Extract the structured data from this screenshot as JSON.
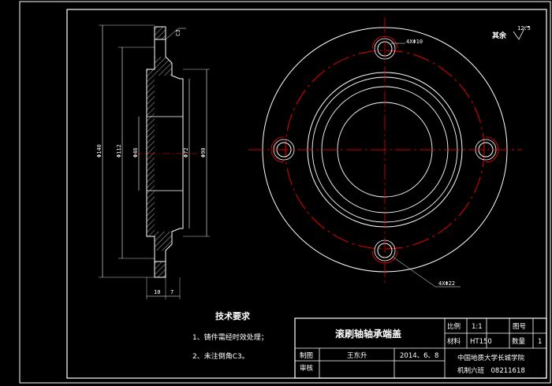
{
  "part_name": "滚刷轴轴承端盖",
  "surface_note": {
    "label": "其余",
    "roughness": "12.5"
  },
  "dimensions": {
    "chamfer": "C3",
    "left_dia_outer": "Φ140",
    "left_dia_112": "Φ112",
    "left_dia_46": "Φ46",
    "right_dia_72": "Φ72",
    "right_dia_90": "Φ90",
    "width_10": "10",
    "width_7": "7",
    "hole_top": "4XΦ10",
    "hole_bottom": "4XΦ22"
  },
  "tech_requirements": {
    "title": "技术要求",
    "items": [
      "1、铸件需经时效处理；",
      "2、未注倒角C3。"
    ]
  },
  "title_block": {
    "scale_label": "比例",
    "scale_value": "1:1",
    "drawing_no_label": "图号",
    "material_label": "材料",
    "material_value": "HT150",
    "quantity_label": "数量",
    "quantity_value": "1",
    "drawn_label": "制图",
    "drawn_by": "王东升",
    "date": "2014、6、8",
    "checked_label": "审核",
    "school": "中国地质大学长城学院",
    "class_info": "机制六班　08211618"
  },
  "colors": {
    "background": "#000000",
    "lines": "#ffffff",
    "centerline": "#ff0000",
    "hatch": "#ffffff"
  }
}
